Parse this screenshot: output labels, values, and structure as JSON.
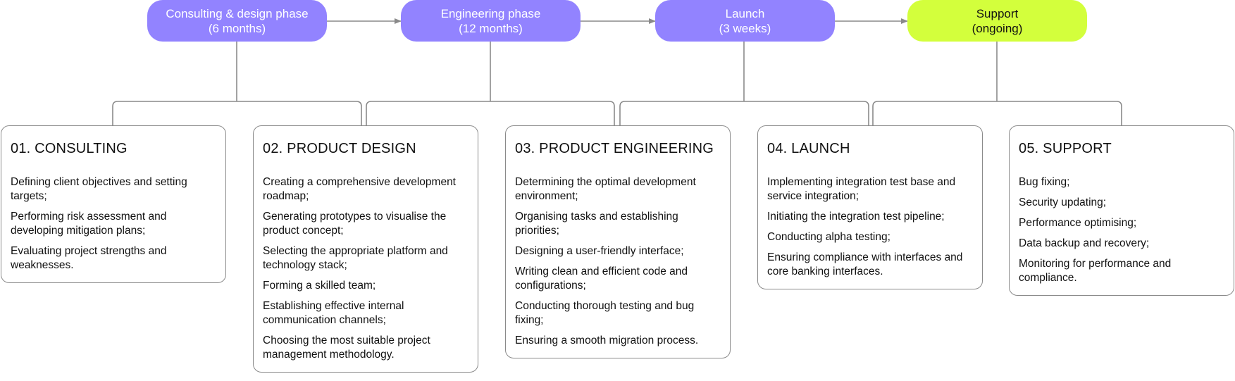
{
  "colors": {
    "phase_purple": "#9283ff",
    "phase_lime": "#d3ff3c",
    "connector": "#8a8a8a"
  },
  "phases": [
    {
      "line1": "Consulting & design phase",
      "line2": "(6 months)",
      "color": "#9283ff",
      "text_color": "#ffffff"
    },
    {
      "line1": "Engineering phase",
      "line2": "(12 months)",
      "color": "#9283ff",
      "text_color": "#ffffff"
    },
    {
      "line1": "Launch",
      "line2": "(3 weeks)",
      "color": "#9283ff",
      "text_color": "#ffffff"
    },
    {
      "line1": "Support",
      "line2": "(ongoing)",
      "color": "#d3ff3c",
      "text_color": "#111111"
    }
  ],
  "stages": [
    {
      "title": "01. CONSULTING",
      "items": [
        "Defining client objectives and setting targets;",
        "Performing risk assessment and developing mitigation plans;",
        "Evaluating project strengths and weaknesses."
      ]
    },
    {
      "title": "02. PRODUCT DESIGN",
      "items": [
        "Creating a comprehensive development roadmap;",
        "Generating prototypes to visualise the product concept;",
        "Selecting the appropriate platform and technology stack;",
        "Forming a skilled team;",
        "Establishing effective internal communication channels;",
        "Choosing the most suitable project management methodology."
      ]
    },
    {
      "title": "03. PRODUCT ENGINEERING",
      "items": [
        "Determining the optimal development environment;",
        "Organising tasks and establishing priorities;",
        "Designing a user-friendly interface;",
        "Writing clean and efficient code and configurations;",
        "Conducting thorough testing and bug fixing;",
        "Ensuring a smooth migration process."
      ]
    },
    {
      "title": "04. LAUNCH",
      "items": [
        "Implementing integration test base and service integration;",
        "Initiating the integration test pipeline;",
        "Conducting alpha testing;",
        "Ensuring compliance with interfaces and core banking interfaces."
      ]
    },
    {
      "title": "05. SUPPORT",
      "items": [
        "Bug fixing;",
        "Security updating;",
        "Performance optimising;",
        "Data backup and recovery;",
        "Monitoring for performance and compliance."
      ]
    }
  ]
}
